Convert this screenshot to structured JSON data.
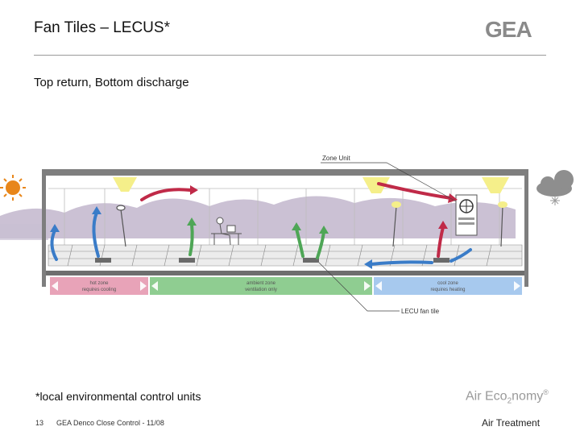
{
  "header": {
    "title": "Fan Tiles – LECUS*",
    "logo_text": "GEA"
  },
  "subtitle": "Top return, Bottom discharge",
  "diagram": {
    "callout_zone_unit": "Zone Unit",
    "callout_fan_tile": "LECU fan tile",
    "zones": [
      {
        "line1": "hot zone",
        "line2": "requires cooling",
        "color": "#e8a3b8"
      },
      {
        "line1": "ambient zone",
        "line2": "ventilation only",
        "color": "#8fcd91"
      },
      {
        "line1": "cool zone",
        "line2": "requires heating",
        "color": "#a7c9ee"
      }
    ],
    "colors": {
      "hot_arrow": "#c02a48",
      "cool_arrow": "#3a7cc8",
      "ambient_arrow": "#4ea656",
      "sun": "#e8861a",
      "cloud": "#8e8e8e",
      "mountains": "#b9acc6"
    }
  },
  "footnote": "*local environmental control units",
  "brand": {
    "prefix": "Air Eco",
    "sub": "2",
    "suffix": "nomy",
    "mark": "®"
  },
  "footer": {
    "page_number": "13",
    "text": "GEA Denco Close Control - 11/08",
    "right": "Air Treatment"
  }
}
